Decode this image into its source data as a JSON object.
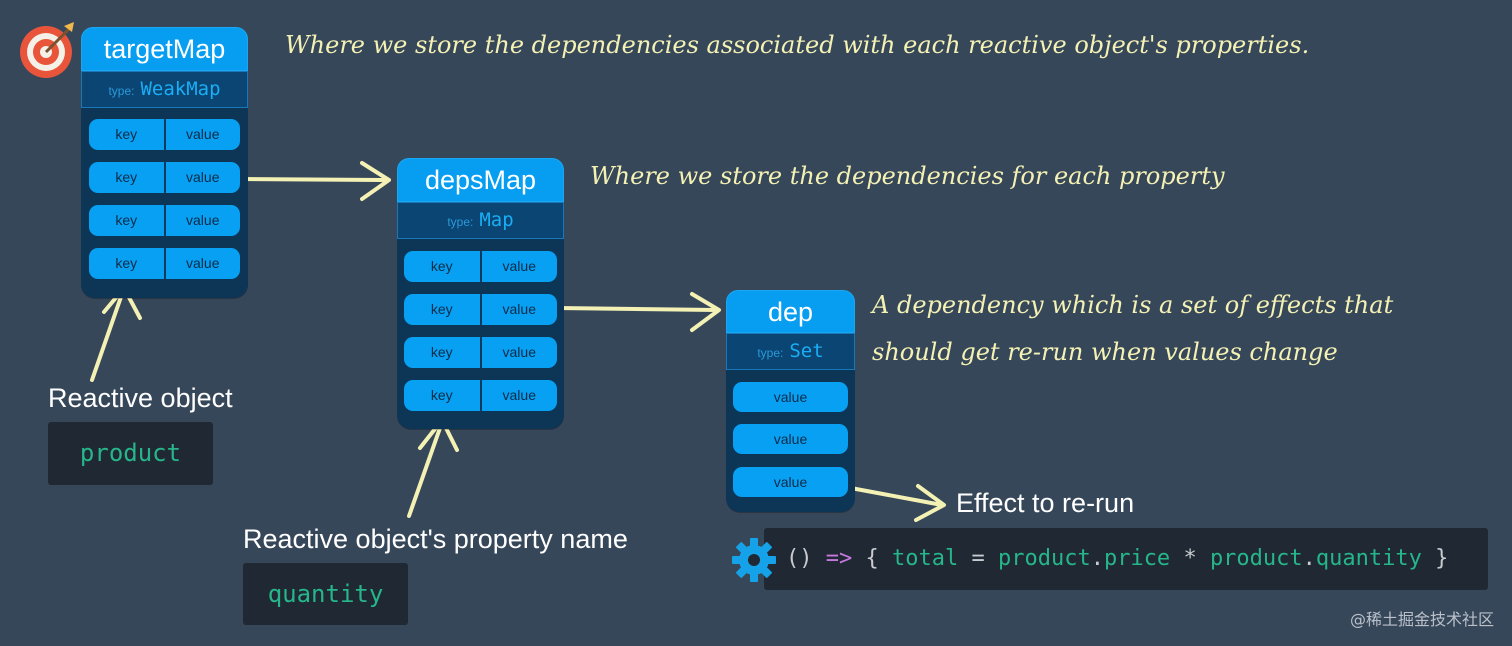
{
  "colors": {
    "background": "#37475a",
    "box_header": "#079ef2",
    "box_body": "#0c3556",
    "handwriting": "#f4f1b4",
    "code_green": "#26b68a",
    "code_arrow": "#c678dd"
  },
  "icons": [
    "target-icon",
    "gear-icon"
  ],
  "targetMap": {
    "title": "targetMap",
    "type_label": "type:",
    "type_value": "WeakMap",
    "rows": [
      {
        "key": "key",
        "value": "value"
      },
      {
        "key": "key",
        "value": "value"
      },
      {
        "key": "key",
        "value": "value"
      },
      {
        "key": "key",
        "value": "value"
      }
    ],
    "note": "Where we store the dependencies associated with each reactive object's properties."
  },
  "depsMap": {
    "title": "depsMap",
    "type_label": "type:",
    "type_value": "Map",
    "rows": [
      {
        "key": "key",
        "value": "value"
      },
      {
        "key": "key",
        "value": "value"
      },
      {
        "key": "key",
        "value": "value"
      },
      {
        "key": "key",
        "value": "value"
      }
    ],
    "note": "Where we store the dependencies for each property"
  },
  "dep": {
    "title": "dep",
    "type_label": "type:",
    "type_value": "Set",
    "values": [
      "value",
      "value",
      "value"
    ],
    "note_line1": "A dependency which is a set of effects that",
    "note_line2": "should get re-run when values change"
  },
  "reactive_object": {
    "label": "Reactive object",
    "code": "product"
  },
  "property_name": {
    "label": "Reactive object's property name",
    "code": "quantity"
  },
  "effect": {
    "label": "Effect to re-run",
    "code": {
      "open": "()",
      "arrow": "=>",
      "lbrace": "{",
      "lhs": "total",
      "eq": "=",
      "p1": "product",
      "dot1": ".",
      "f1": "price",
      "mul": "*",
      "p2": "product",
      "dot2": ".",
      "f2": "quantity",
      "rbrace": "}"
    }
  },
  "watermark": "@稀土掘金技术社区"
}
